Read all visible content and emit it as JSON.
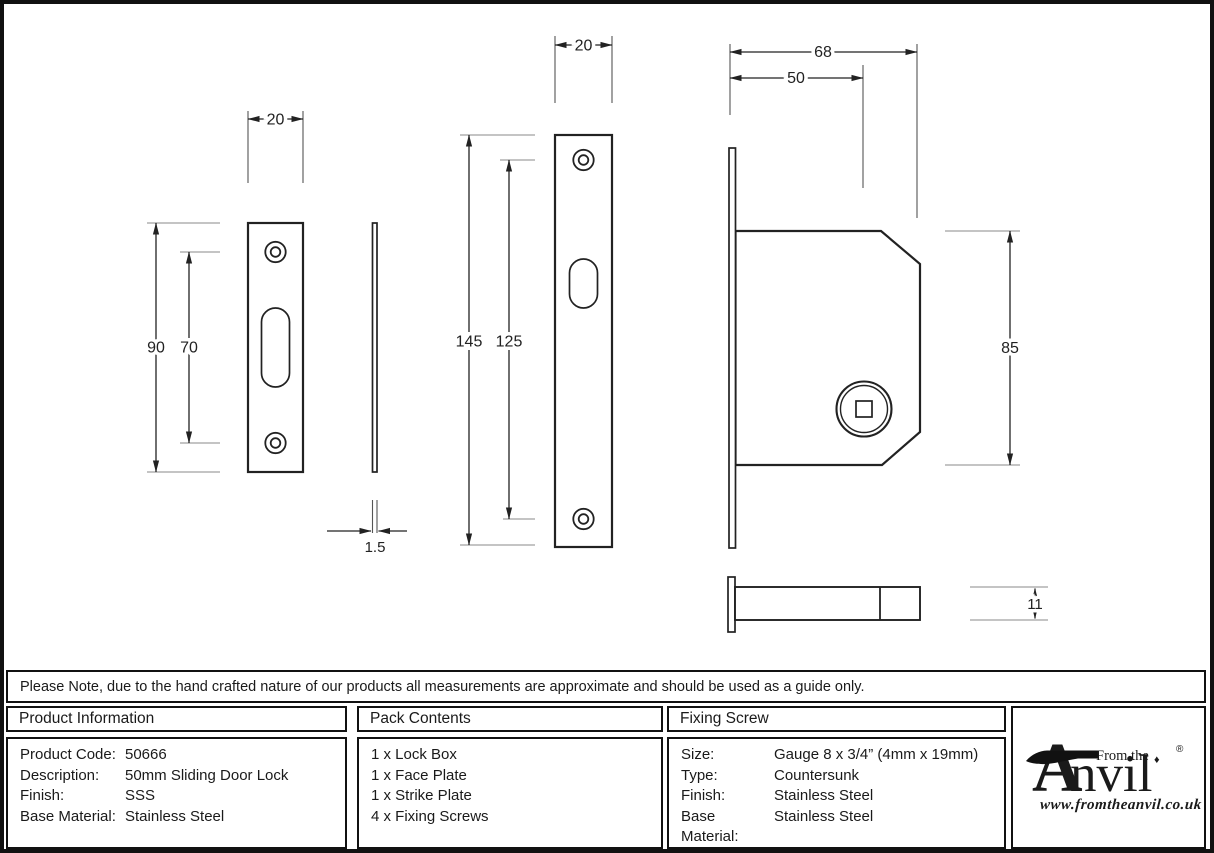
{
  "drawing": {
    "strike_plate": {
      "width_dim": "20",
      "height_dim": "90",
      "hole_spacing_dim": "70",
      "thickness_dim": "1.5"
    },
    "face_plate": {
      "width_dim": "20",
      "height_dim": "145",
      "hole_spacing_dim": "125"
    },
    "lock_box": {
      "width_dim": "68",
      "backset_dim": "50",
      "height_dim": "85",
      "thickness_dim": "11"
    }
  },
  "note": "Please Note, due to the hand crafted nature of our products all measurements are approximate and should be used as a guide only.",
  "table": {
    "product_information": {
      "title": "Product Information",
      "rows": [
        {
          "label": "Product Code:",
          "value": "50666"
        },
        {
          "label": "Description:",
          "value": "50mm Sliding Door Lock"
        },
        {
          "label": "Finish:",
          "value": "SSS"
        },
        {
          "label": "Base Material:",
          "value": "Stainless Steel"
        }
      ]
    },
    "pack_contents": {
      "title": "Pack Contents",
      "items": [
        "1 x Lock Box",
        "1 x Face Plate",
        "1 x Strike Plate",
        "4 x Fixing Screws"
      ]
    },
    "fixing_screw": {
      "title": "Fixing Screw",
      "rows": [
        {
          "label": "Size:",
          "value": "Gauge 8 x 3/4” (4mm x 19mm)"
        },
        {
          "label": "Type:",
          "value": "Countersunk"
        },
        {
          "label": "Finish:",
          "value": "Stainless Steel"
        },
        {
          "label": "Base Material:",
          "value": "Stainless Steel"
        }
      ]
    }
  },
  "logo": {
    "big_a": "A",
    "nvil": "nvil",
    "from_the": "From the",
    "diamond": "♦",
    "reg": "®",
    "url": "www.fromtheanvil.co.uk"
  },
  "colors": {
    "line": "#222222",
    "extension_line": "#888888",
    "border": "#111111",
    "background": "#ffffff"
  }
}
